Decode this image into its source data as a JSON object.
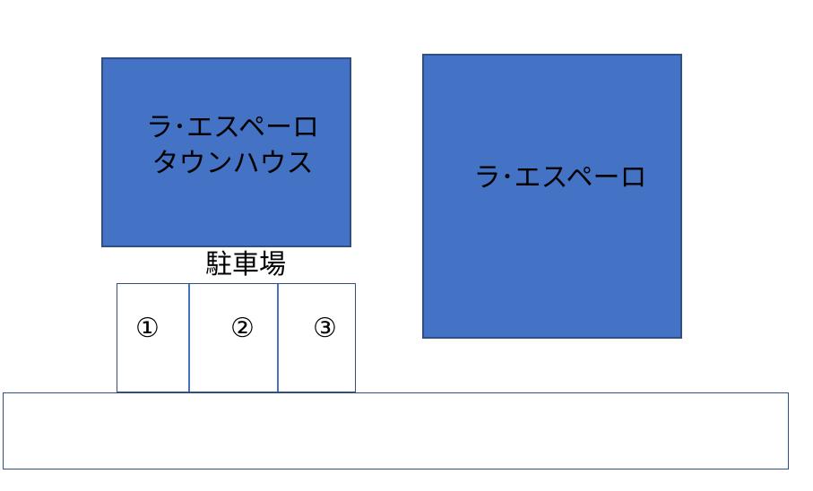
{
  "colors": {
    "building_fill": "#4472C4",
    "building_border": "#2F4F86",
    "outline": "#2F4F86",
    "text": "#000000",
    "background": "#FFFFFF"
  },
  "buildings": {
    "townhouse": {
      "line1": "ラ･エスペーロ",
      "line2": "タウンハウス"
    },
    "main": {
      "label": "ラ･エスペーロ"
    }
  },
  "parking": {
    "title": "駐車場",
    "spaces": [
      "①",
      "②",
      "③"
    ]
  }
}
